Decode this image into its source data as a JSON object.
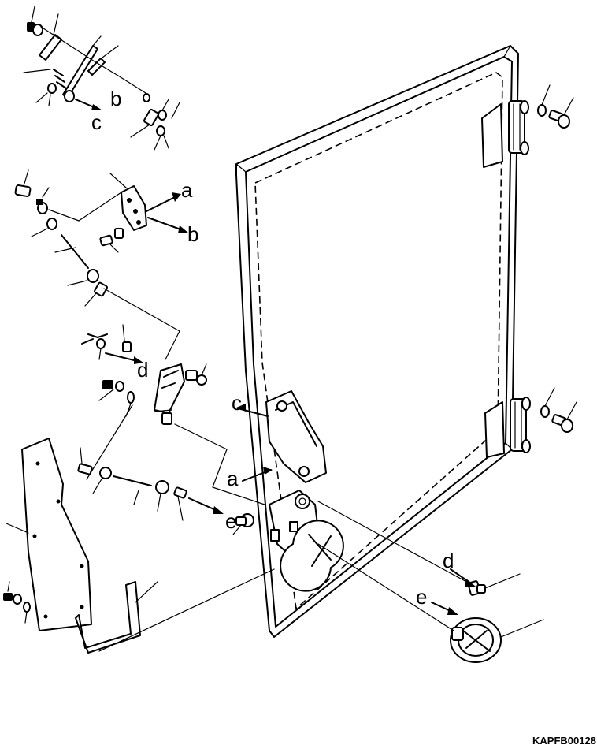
{
  "drawing_code": "KAPFB00128",
  "callouts": {
    "a1": "a",
    "a2": "a",
    "b1": "b",
    "b2": "b",
    "c1": "c",
    "c2": "c",
    "d1": "d",
    "d2": "d",
    "e1": "e",
    "e2": "e"
  }
}
